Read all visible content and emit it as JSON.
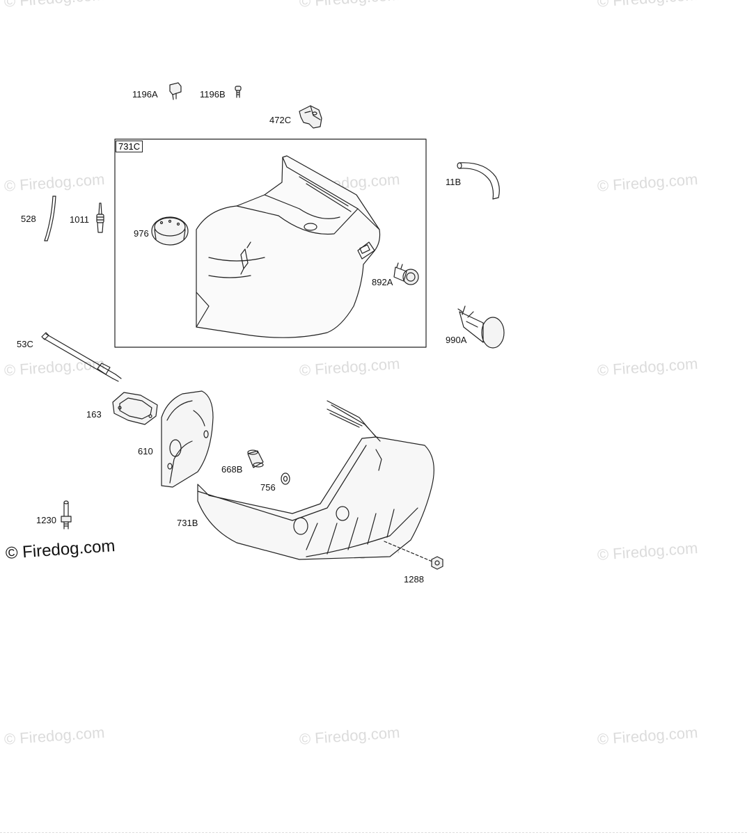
{
  "watermarks": [
    "© Firedog.com",
    "© Firedog.com",
    "© Firedog.com",
    "© Firedog.com",
    "© Firedog.com",
    "© Firedog.com",
    "© Firedog.com",
    "© Firedog.com",
    "© Firedog.com",
    "© Firedog.com",
    "© Firedog.com",
    "© Firedog.com",
    "© Firedog.com",
    "© Firedog.com",
    "© Firedog.com",
    "© Firedog.com"
  ],
  "main_watermark": "© Firedog.com",
  "box_label": "731C",
  "parts": {
    "p1196A": "1196A",
    "p1196B": "1196B",
    "p472C": "472C",
    "p11B": "11B",
    "p528": "528",
    "p1011": "1011",
    "p976": "976",
    "p892A": "892A",
    "p990A": "990A",
    "p53C": "53C",
    "p163": "163",
    "p610": "610",
    "p668B": "668B",
    "p756": "756",
    "p1230": "1230",
    "p731B": "731B",
    "p1288": "1288"
  },
  "colors": {
    "line": "#222222",
    "watermark": "#dcdcdc"
  }
}
